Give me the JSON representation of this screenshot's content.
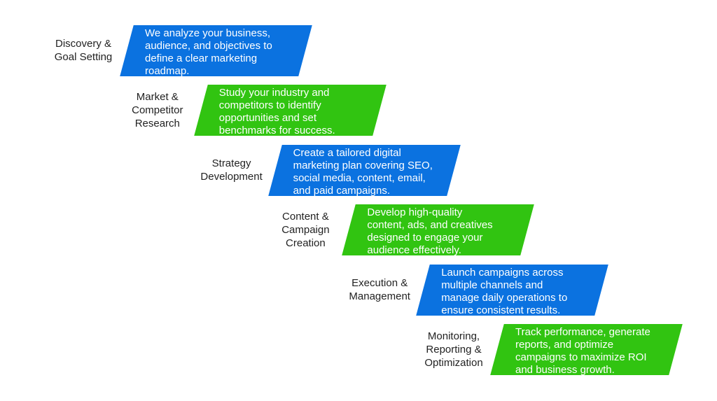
{
  "canvas": {
    "background": "#FFFFFF"
  },
  "diagram": {
    "type": "staircase-process",
    "colors": {
      "blue": "#0B72E0",
      "green": "#31C411",
      "label_text": "#222222",
      "box_text": "#FFFFFF"
    },
    "steps": [
      {
        "label": "Discovery &\nGoal Setting",
        "description": "We analyze your business,\naudience, and objectives to\ndefine a clear marketing\nroadmap.",
        "fill": "#0B72E0",
        "color_name": "blue"
      },
      {
        "label": "Market &\nCompetitor\nResearch",
        "description": "Study your industry and\ncompetitors to identify\nopportunities and set\nbenchmarks for success.",
        "fill": "#31C411",
        "color_name": "green"
      },
      {
        "label": "Strategy\nDevelopment",
        "description": "Create a tailored digital\nmarketing plan covering SEO,\nsocial media, content, email,\nand paid campaigns.",
        "fill": "#0B72E0",
        "color_name": "blue"
      },
      {
        "label": "Content &\nCampaign\nCreation",
        "description": "Develop high-quality\ncontent, ads, and creatives\ndesigned to engage your\naudience effectively.",
        "fill": "#31C411",
        "color_name": "green"
      },
      {
        "label": "Execution &\nManagement",
        "description": "Launch campaigns across\nmultiple channels and\nmanage daily operations to\nensure consistent results.",
        "fill": "#0B72E0",
        "color_name": "blue"
      },
      {
        "label": "Monitoring,\nReporting &\nOptimization",
        "description": "Track performance, generate\nreports, and optimize\ncampaigns to maximize ROI\nand business growth.",
        "fill": "#31C411",
        "color_name": "green"
      }
    ]
  }
}
